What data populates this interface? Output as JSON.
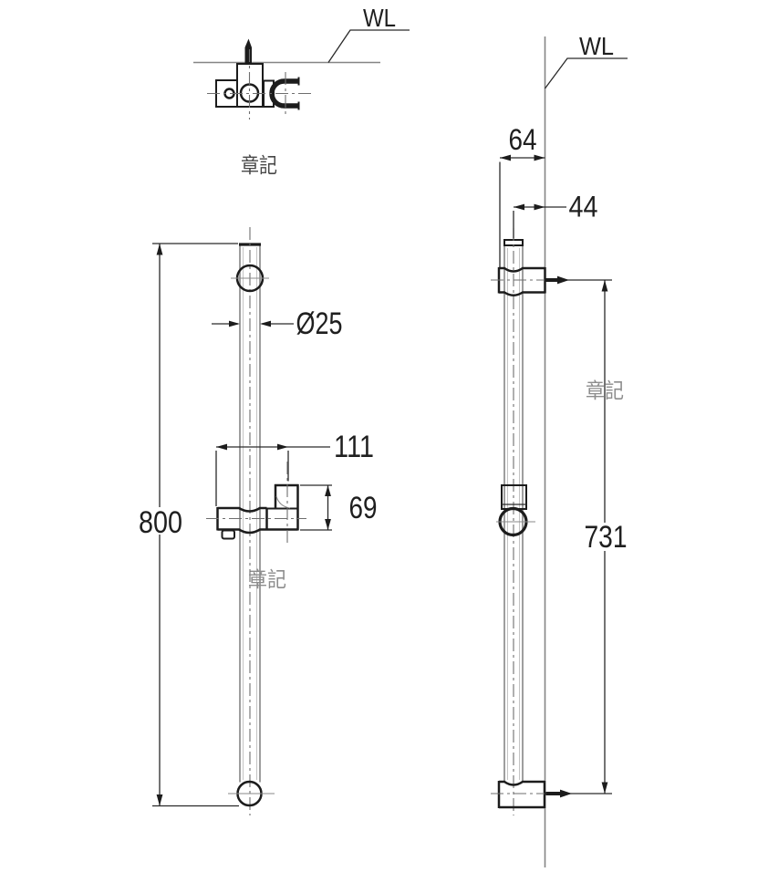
{
  "views": {
    "plan": {
      "wall_label": "WL",
      "stamp": "章記"
    },
    "front": {
      "stamp": "章記",
      "dims": {
        "length": "800",
        "diameter": "Ø25",
        "slider_width": "111",
        "slider_height": "69"
      }
    },
    "side": {
      "wall_label": "WL",
      "stamp": "章記",
      "dims": {
        "bracket_depth": "64",
        "bar_offset": "44",
        "mount_span": "731"
      }
    }
  },
  "colors": {
    "background": "#ffffff",
    "outline": "#1c1c1c",
    "dimension_line": "#2a2a2a",
    "tube_line": "#858585",
    "centerline": "#6e6e6e",
    "stamp_light": "#8d8d8d",
    "stamp_dark": "#474747"
  }
}
